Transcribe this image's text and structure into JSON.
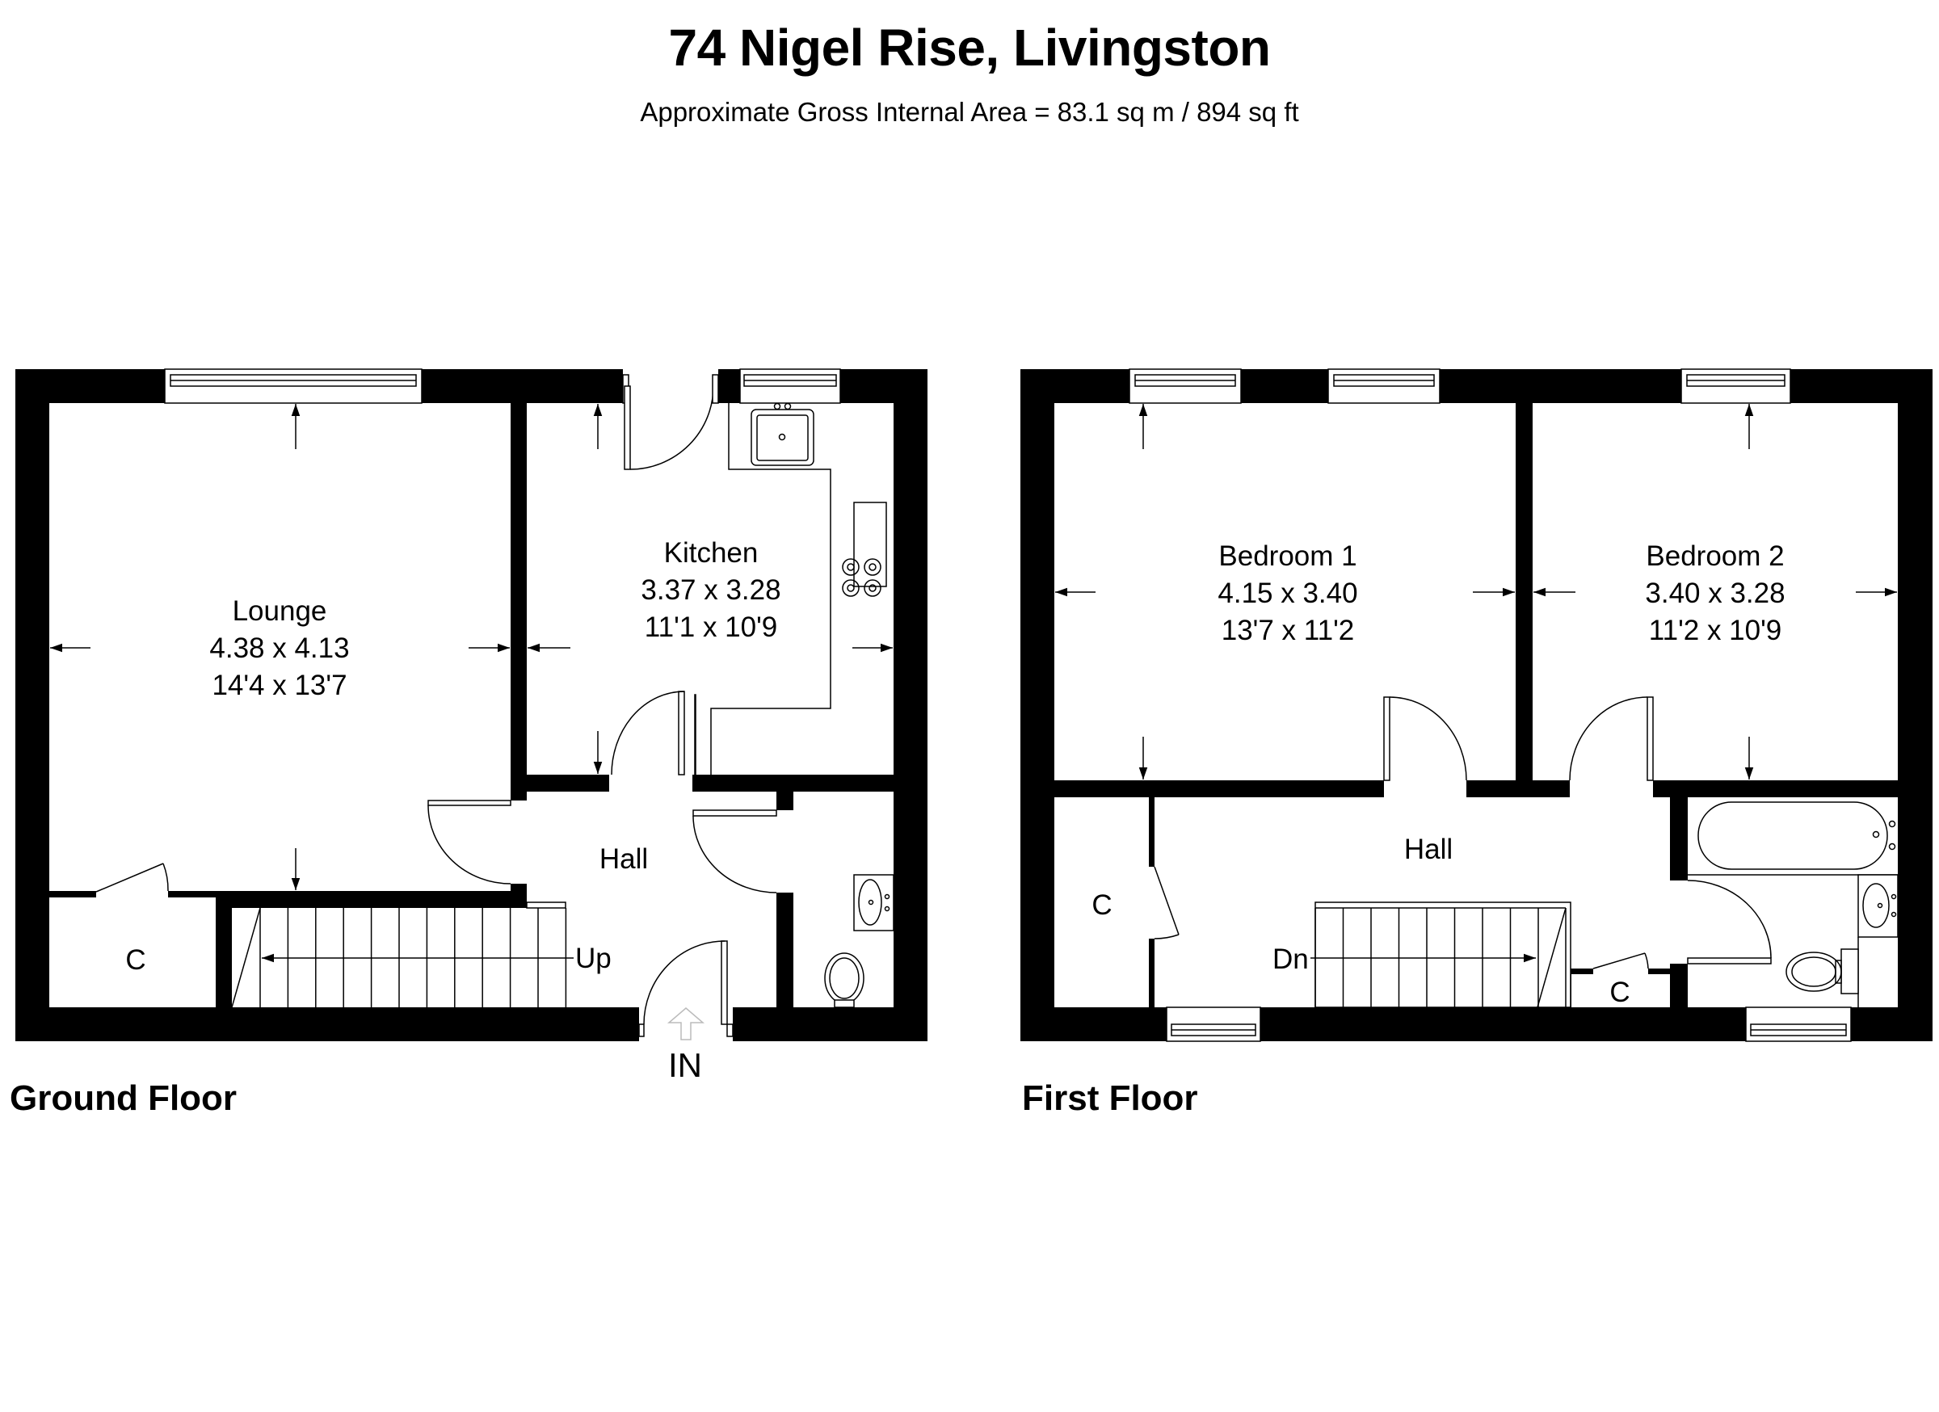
{
  "header": {
    "title": "74 Nigel Rise, Livingston",
    "subtitle": "Approximate Gross Internal Area = 83.1 sq m / 894 sq ft"
  },
  "floors": [
    {
      "name": "Ground Floor",
      "rooms": [
        {
          "name": "Lounge",
          "metric": "4.38 x 4.13",
          "imperial": "14'4 x 13'7"
        },
        {
          "name": "Kitchen",
          "metric": "3.37 x 3.28",
          "imperial": "11'1 x 10'9"
        },
        {
          "name": "Hall"
        },
        {
          "name": "C"
        }
      ],
      "stairs_label": "Up",
      "entrance_label": "IN"
    },
    {
      "name": "First Floor",
      "rooms": [
        {
          "name": "Bedroom 1",
          "metric": "4.15 x 3.40",
          "imperial": "13'7 x 11'2"
        },
        {
          "name": "Bedroom 2",
          "metric": "3.40 x 3.28",
          "imperial": "11'2 x 10'9"
        },
        {
          "name": "Hall"
        },
        {
          "name": "C"
        },
        {
          "name": "C"
        }
      ],
      "stairs_label": "Dn"
    }
  ],
  "icons": [
    "window-icon",
    "door-icon",
    "sink-icon",
    "hob-icon",
    "toilet-icon",
    "bath-icon",
    "basin-icon",
    "stairs-icon",
    "dimension-arrow-icon",
    "entrance-arrow-icon"
  ]
}
